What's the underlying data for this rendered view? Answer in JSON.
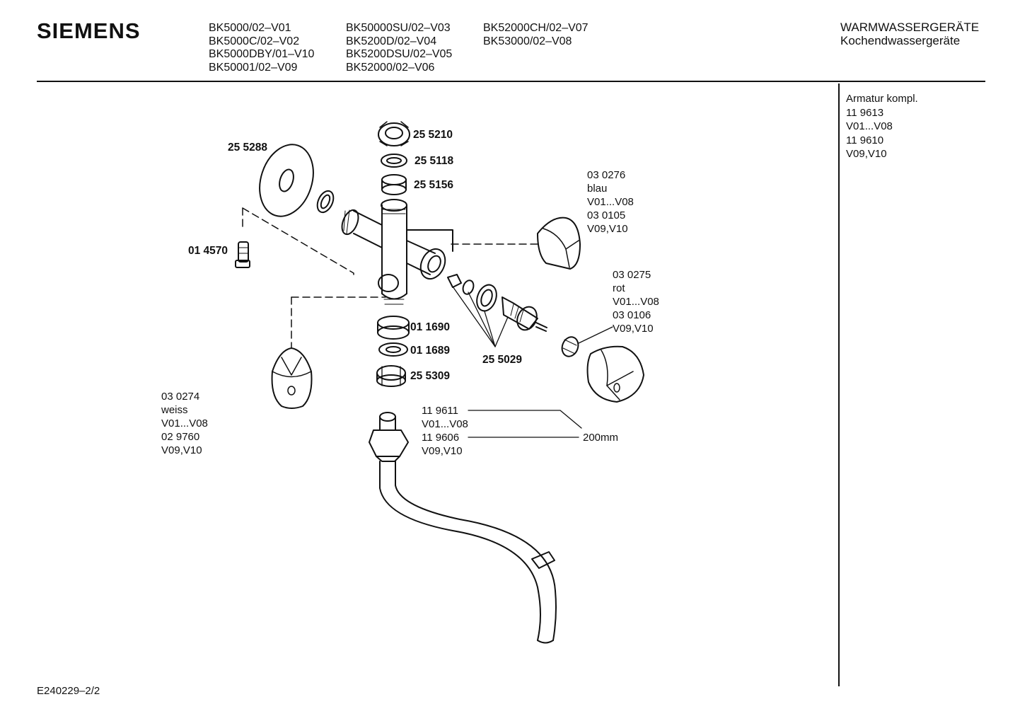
{
  "header": {
    "brand": "SIEMENS",
    "models_col1": [
      "BK5000/02–V01",
      "BK5000C/02–V02",
      "BK5000DBY/01–V10",
      "BK50001/02–V09"
    ],
    "models_col2": [
      "BK50000SU/02–V03",
      "BK5200D/02–V04",
      "BK5200DSU/02–V05",
      "BK52000/02–V06"
    ],
    "models_col3": [
      "BK52000CH/02–V07",
      "BK53000/02–V08"
    ],
    "category": "WARMWASSERGERÄTE",
    "subcategory": "Kochendwassergeräte"
  },
  "sidebar": {
    "lines": [
      "Armatur kompl.",
      "11 9613",
      "V01...V08",
      "11 9610",
      "V09,V10"
    ]
  },
  "parts": {
    "p255288": "25 5288",
    "p255210": "25 5210",
    "p255118": "25 5118",
    "p255156": "25 5156",
    "p014570": "01 4570",
    "p011690": "01 1690",
    "p011689": "01 1689",
    "p255309": "25 5309",
    "p255029": "25 5029"
  },
  "notes": {
    "blue_knob": [
      "03 0276",
      "blau",
      "V01...V08",
      "03 0105",
      "V09,V10"
    ],
    "red_knob": [
      "03 0275",
      "rot",
      "V01...V08",
      "03 0106",
      "V09,V10"
    ],
    "white_knob": [
      "03 0274",
      "weiss",
      "V01...V08",
      "02 9760",
      "V09,V10"
    ],
    "spout": [
      "11 9611",
      "V01...V08",
      "11 9606",
      "V09,V10"
    ],
    "spout_length": "200mm"
  },
  "footer": {
    "code": "E240229–2/2"
  }
}
